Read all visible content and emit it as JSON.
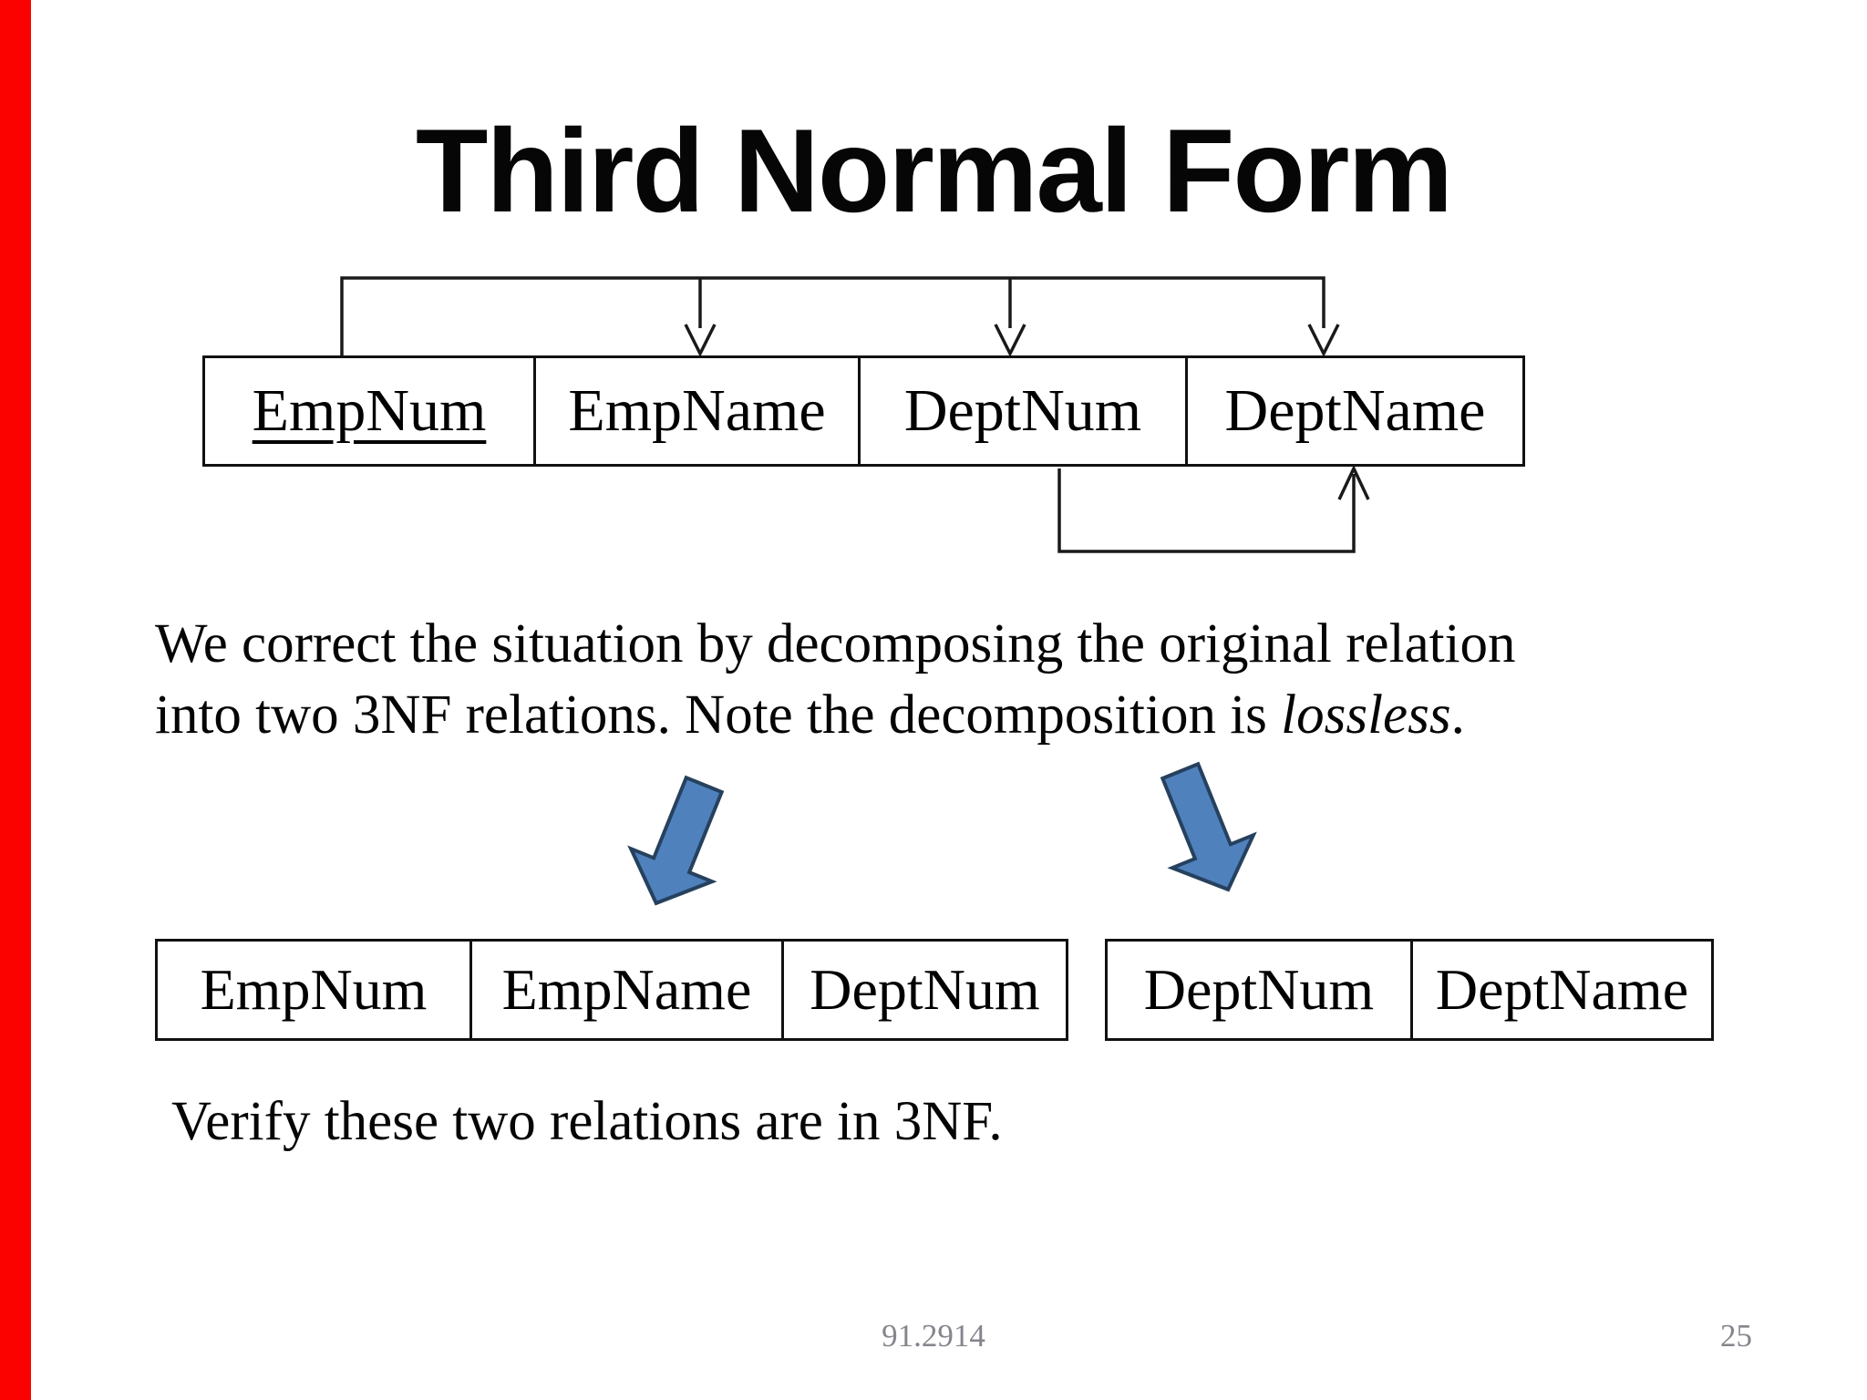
{
  "title": "Third Normal Form",
  "accent": {
    "left_bar_color": "#fb0200"
  },
  "fd_table": {
    "cells": [
      {
        "label": "EmpNum",
        "underlined": true
      },
      {
        "label": "EmpName",
        "underlined": false
      },
      {
        "label": "DeptNum",
        "underlined": false
      },
      {
        "label": "DeptName",
        "underlined": false
      }
    ]
  },
  "description": {
    "line1": "We correct the situation by decomposing the original relation",
    "line2_start": "into two 3NF relations. Note the decomposition is ",
    "line2_emphasis": "lossless",
    "line2_end": "."
  },
  "decomposed_tables": {
    "left": {
      "cells": [
        {
          "label": "EmpNum"
        },
        {
          "label": "EmpName"
        },
        {
          "label": "DeptNum"
        }
      ]
    },
    "right": {
      "cells": [
        {
          "label": "DeptNum"
        },
        {
          "label": "DeptName"
        }
      ]
    }
  },
  "verify_text": "Verify these two relations are in 3NF.",
  "footer": {
    "course_code": "91.2914",
    "page_number": "25"
  },
  "colors": {
    "dependency_line": "#1a1a1a",
    "block_arrow_fill": "#4f81bd",
    "block_arrow_stroke": "#26415e",
    "footer_gray": "#85858d"
  }
}
